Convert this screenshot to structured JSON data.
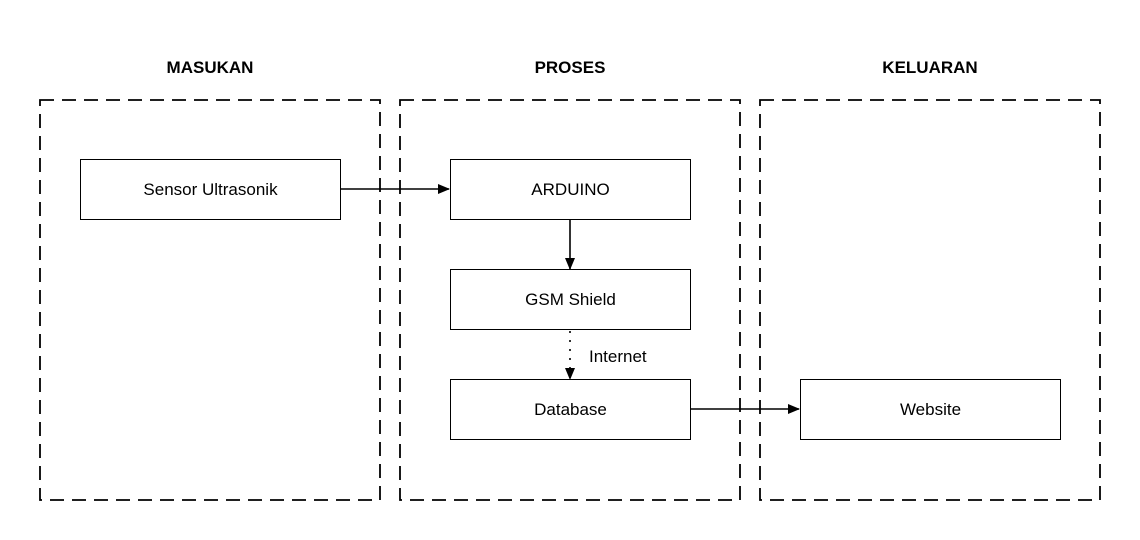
{
  "columns": {
    "input": "MASUKAN",
    "process": "PROSES",
    "output": "KELUARAN"
  },
  "nodes": {
    "sensor": "Sensor Ultrasonik",
    "arduino": "ARDUINO",
    "gsm": "GSM Shield",
    "database": "Database",
    "website": "Website"
  },
  "edges": {
    "internet_label": "Internet"
  },
  "colors": {
    "stroke": "#000000",
    "background": "#ffffff"
  }
}
